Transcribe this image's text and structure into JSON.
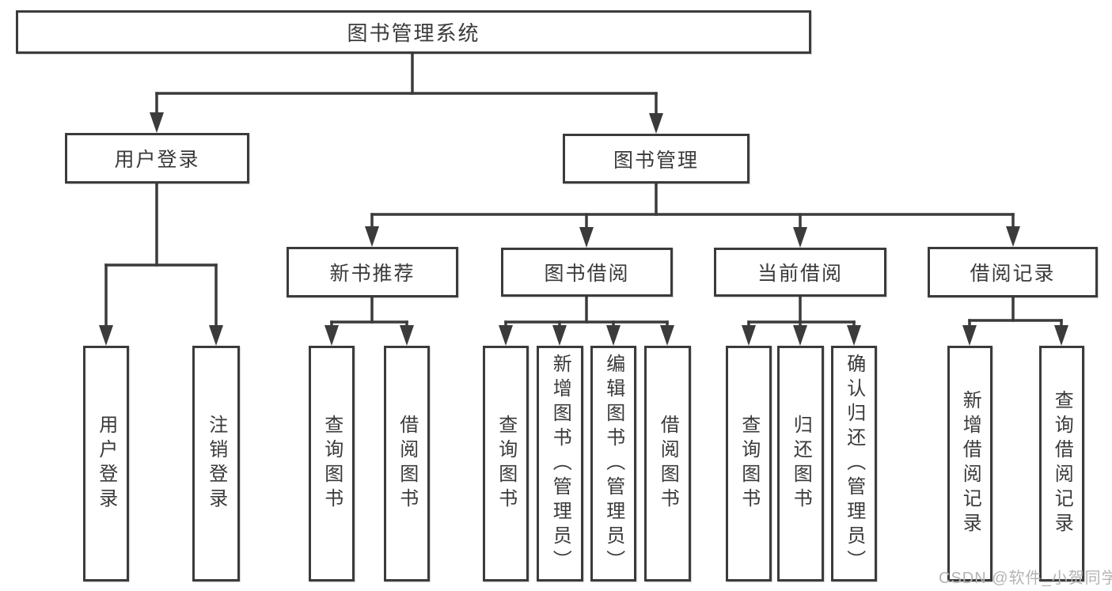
{
  "diagram": {
    "root": "图书管理系统",
    "level2": [
      "用户登录",
      "图书管理"
    ],
    "level3": [
      "新书推荐",
      "图书借阅",
      "当前借阅",
      "借阅记录"
    ],
    "leaves": {
      "user": [
        "用户登录",
        "注销登录"
      ],
      "newbook": [
        "查询图书",
        "借阅图书"
      ],
      "borrow": [
        "查询图书",
        "新增图书（管理员）",
        "编辑图书（管理员）",
        "借阅图书"
      ],
      "current": [
        "查询图书",
        "归还图书",
        "确认归还（管理员）"
      ],
      "record": [
        "新增借阅记录",
        "查询借阅记录"
      ]
    },
    "watermark": "CSDN @软件_小贺同学",
    "colors": {
      "line": "#3b3b3b",
      "text": "#3a3a3a",
      "node_background": "#ffffff",
      "watermark": "#b4b4b4",
      "background": "#ffffff"
    }
  }
}
